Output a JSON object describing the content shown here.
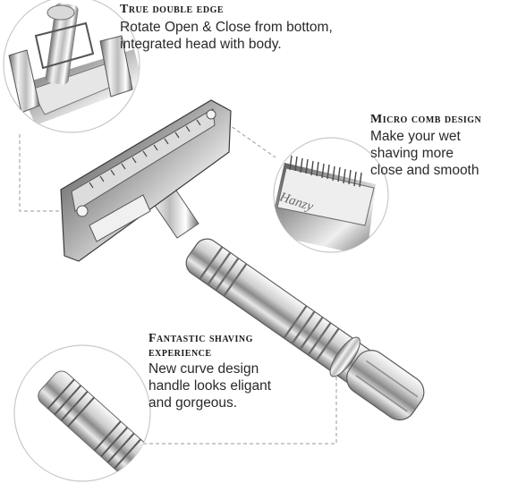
{
  "callouts": {
    "top": {
      "title": "True double edge",
      "lines": [
        "Rotate Open & Close from bottom,",
        "integrated head with body."
      ]
    },
    "right": {
      "title": "Micro comb design",
      "lines": [
        "Make your wet",
        "shaving  more",
        "close and smooth"
      ]
    },
    "bottom": {
      "title_lines": [
        "Fantastic shaving",
        "experience"
      ],
      "lines": [
        "New curve design",
        "handle looks eligant",
        "and gorgeous."
      ]
    }
  },
  "brand_engraving": "Hanzy",
  "colors": {
    "chrome_light": "#f4f4f4",
    "chrome_mid": "#bdbdbd",
    "chrome_dark": "#5a5a5a",
    "dash": "#9a9a9a"
  }
}
